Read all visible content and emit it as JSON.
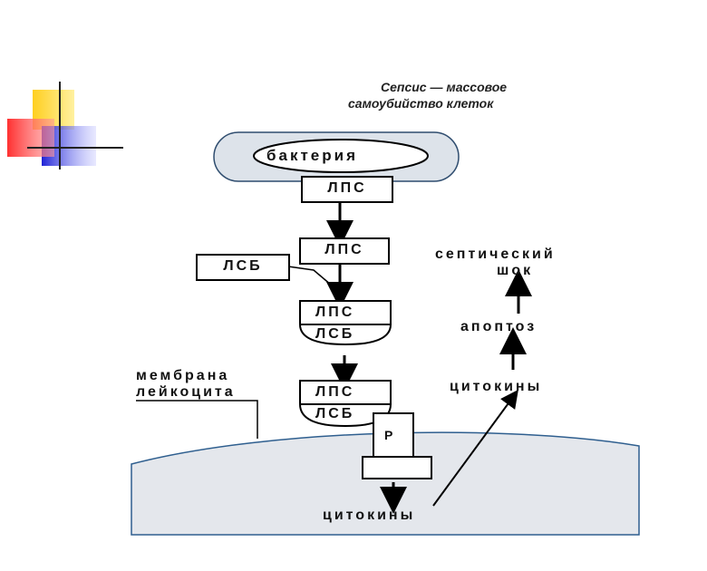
{
  "title": {
    "line1": "Сепсис — массовое",
    "line2": "самоубийство клеток"
  },
  "diagram": {
    "bacteria_label": "бактерия",
    "lps_top": "ЛПС",
    "lps_mid": "ЛПС",
    "lsb_side": "ЛСБ",
    "complex1_top": "ЛПС",
    "complex1_bottom": "ЛСБ",
    "membrane_label_line1": "мембрана",
    "membrane_label_line2": "лейкоцита",
    "complex2_top": "ЛПС",
    "complex2_bottom": "ЛСБ",
    "receptor_label": "Р",
    "cytokines_bottom": "цитокины",
    "cytokines_right": "цитокины",
    "apoptosis": "апоптоз",
    "shock_line1": "септический",
    "shock_line2": "шок"
  },
  "colors": {
    "bacteria_fill": "#dde3ea",
    "cell_fill": "#e4e7ec",
    "deco_yellow": "#ffd23a",
    "deco_red": "#ff4d4d",
    "deco_blue": "#2b2fd8"
  }
}
